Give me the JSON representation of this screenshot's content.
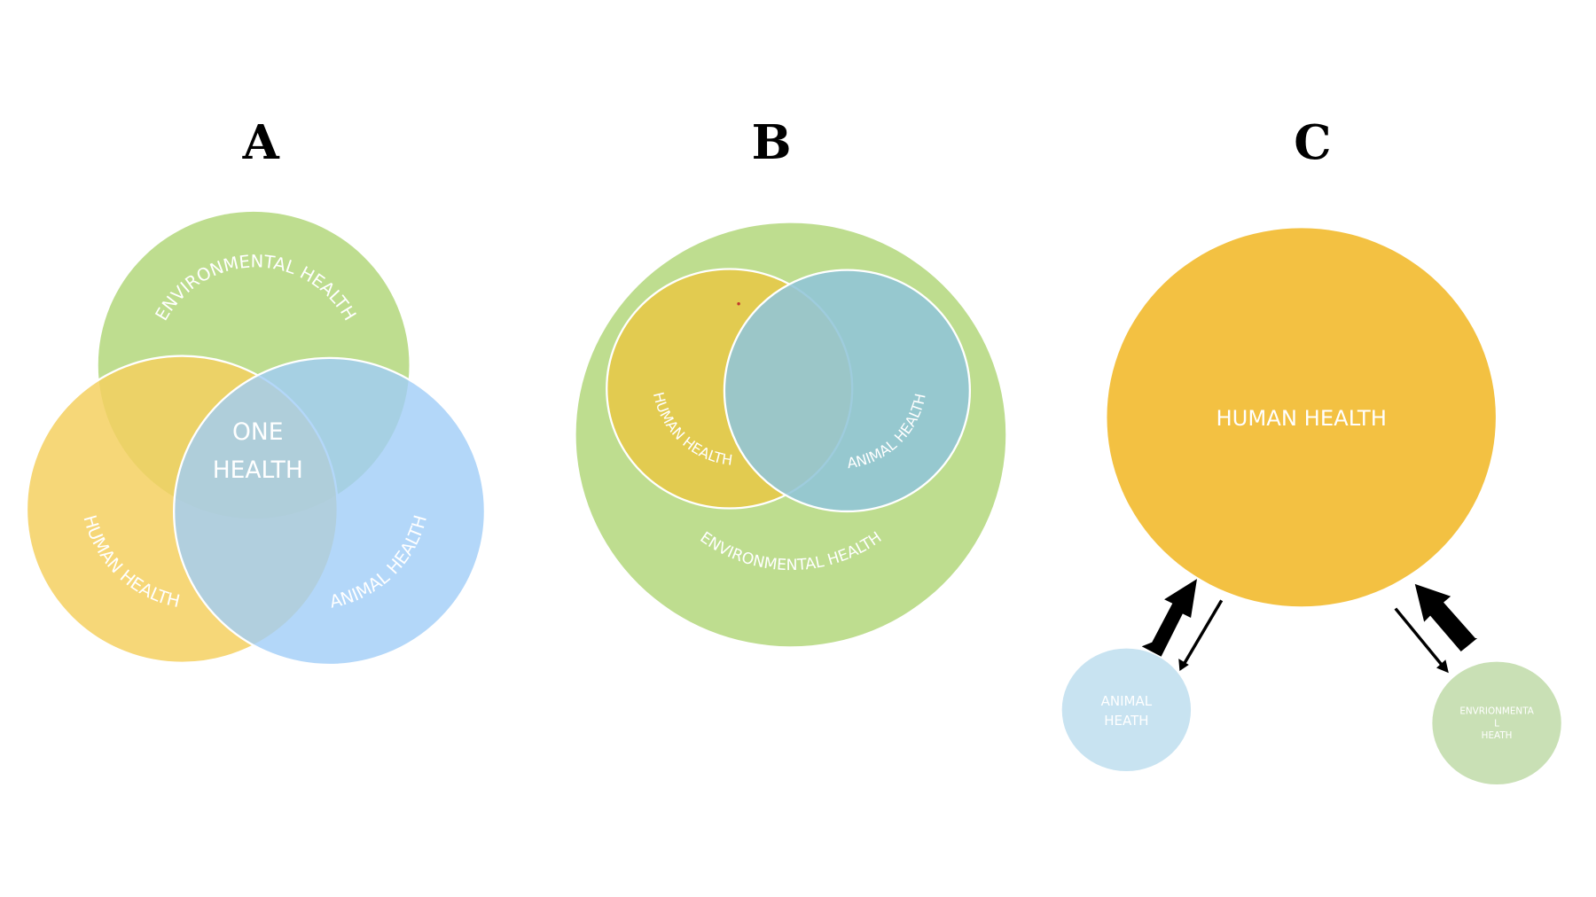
{
  "panels": {
    "a": {
      "label": "A",
      "environmental": "ENVIRONMENTAL HEALTH",
      "human": "HUMAN HEALTH",
      "animal": "ANIMAL HEALTH",
      "center_line1": "ONE",
      "center_line2": "HEALTH"
    },
    "b": {
      "label": "B",
      "human": "HUMAN HEALTH",
      "animal": "ANIMAL HEALTH",
      "environmental": "ENVIRONMENTAL HEALTH"
    },
    "c": {
      "label": "C",
      "human": "HUMAN HEALTH",
      "animal_line1": "ANIMAL",
      "animal_line2": "HEATH",
      "env_line1": "ENVRIONMENTA",
      "env_line2": "L",
      "env_line3": "HEATH"
    }
  },
  "colors": {
    "environmental": "#bedd8f",
    "human": "#f5d060",
    "animal": "#a0cdf7",
    "b_human": "#e2cb50",
    "b_animal": "#91c5d8",
    "c_human": "#f3c142",
    "c_animal": "#c8e3f1",
    "c_env": "#c9e0b5"
  }
}
